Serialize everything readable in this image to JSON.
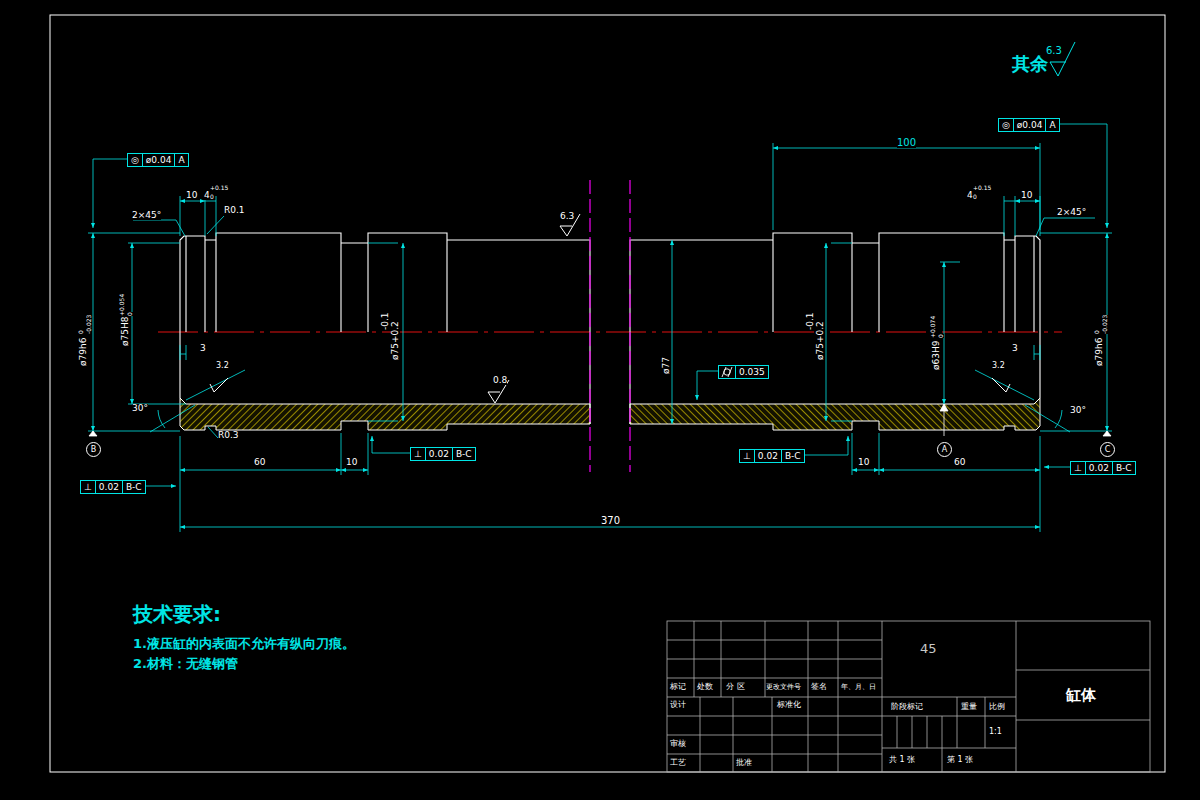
{
  "diagram": {
    "nodes": [
      {
        "text": [
          "◎",
          "ø0.04",
          "A"
        ]
      },
      {
        "text": [
          "◎",
          "ø0.04",
          "A"
        ]
      },
      {
        "text": [
          "⊥",
          "0.02",
          "B-C"
        ]
      },
      {
        "text": [
          "⊥",
          "0.02",
          "B-C"
        ]
      },
      {
        "text": [
          "⊥",
          "0.02",
          "B-C"
        ]
      },
      {
        "text": [
          "⊥",
          "0.02",
          "B-C"
        ]
      },
      {
        "text": [
          "0.035"
        ]
      },
      {
        "text": [
          "B"
        ]
      },
      {
        "text": [
          "A"
        ]
      },
      {
        "text": [
          "C"
        ]
      }
    ],
    "labels": [
      "其余",
      "6.3",
      "100",
      "2×45°",
      "10",
      "4",
      "+0.15",
      "0",
      "R0.1",
      "2×45°",
      "4",
      "+0.15",
      "0",
      "10",
      "6.3",
      "ø79h6",
      "0",
      "-0.023",
      "ø75H8",
      "+0.054",
      "0",
      "-0.1",
      "ø75+0.2",
      "ø77",
      "-0.1",
      "ø75+0.2",
      "ø63H9",
      "+0.074",
      "0",
      "ø79h6",
      "0",
      "-0.023",
      "3",
      "3.2",
      "30°",
      "R0.3",
      "0.8",
      "60",
      "10",
      "370",
      "3",
      "3.2",
      "30°",
      "10",
      "60",
      "技术要求:",
      "1.液压缸的内表面不允许有纵向刀痕。",
      "2.材料：无缝钢管",
      "45",
      "标记",
      "处数",
      "分 区",
      "更改文件号",
      "签名",
      "年、月、日",
      "设计",
      "标准化",
      "阶段标记",
      "重量",
      "比例",
      "1:1",
      "审核",
      "工艺",
      "批准",
      "共 1 张",
      "第 1 张",
      "缸体"
    ]
  }
}
